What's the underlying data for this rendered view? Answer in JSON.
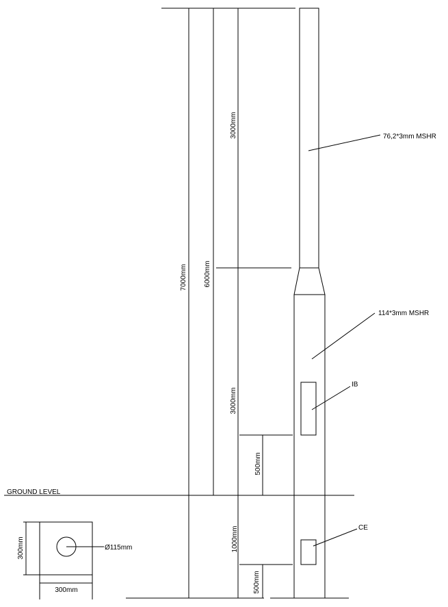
{
  "dimensions": {
    "overall_height": "7000mm",
    "pole_height": "6000mm",
    "upper_section": "3000mm",
    "lower_section": "3000mm",
    "ib_height": "500mm",
    "embedment": "1000mm",
    "ce_height": "500mm"
  },
  "labels": {
    "upper_tube": "76,2*3mm MSHR",
    "lower_tube": "114*3mm MSHR",
    "inspection_box": "IB",
    "ce": "CE",
    "ground_level": "GROUND LEVEL"
  },
  "base_plate": {
    "side": "300mm",
    "width": "300mm",
    "hole": "Ø115mm"
  },
  "colors": {
    "line": "#000000",
    "background": "#ffffff"
  }
}
